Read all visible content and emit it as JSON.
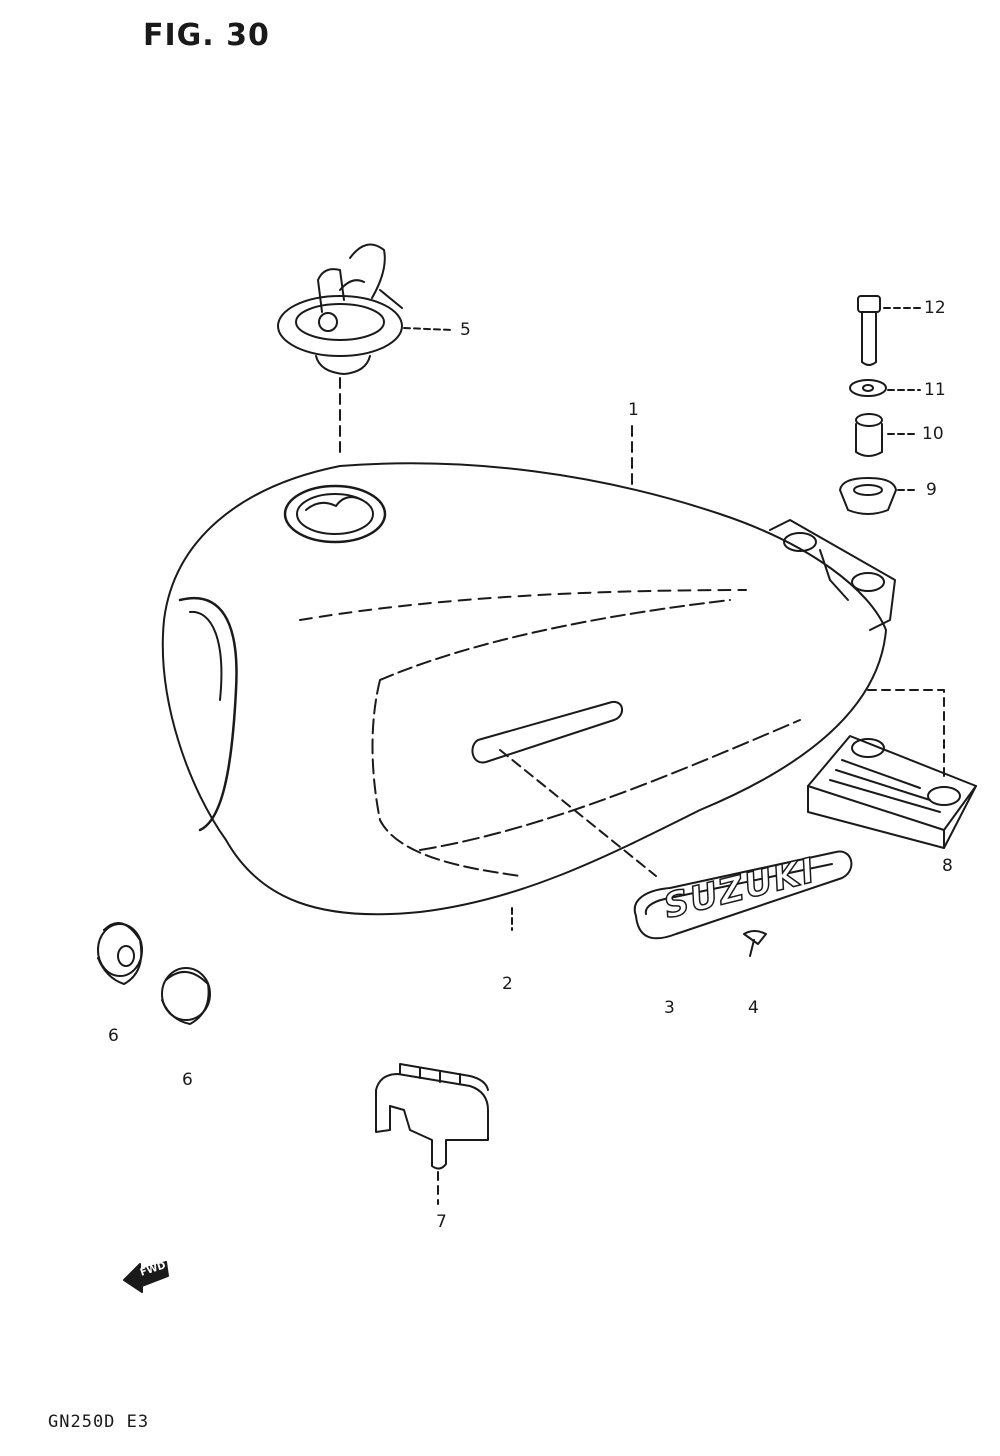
{
  "figure": {
    "title": "FIG. 30",
    "model_code": "GN250D E3"
  },
  "tank": {
    "brand_text": "SUZUKI",
    "forward_marker": "FWD"
  },
  "callouts": {
    "c1": "1",
    "c2": "2",
    "c3": "3",
    "c4": "4",
    "c5": "5",
    "c6a": "6",
    "c6b": "6",
    "c7": "7",
    "c8": "8",
    "c9": "9",
    "c10": "10",
    "c11": "11",
    "c12": "12"
  },
  "colors": {
    "ink": "#1a1a1a",
    "paper": "#ffffff"
  }
}
